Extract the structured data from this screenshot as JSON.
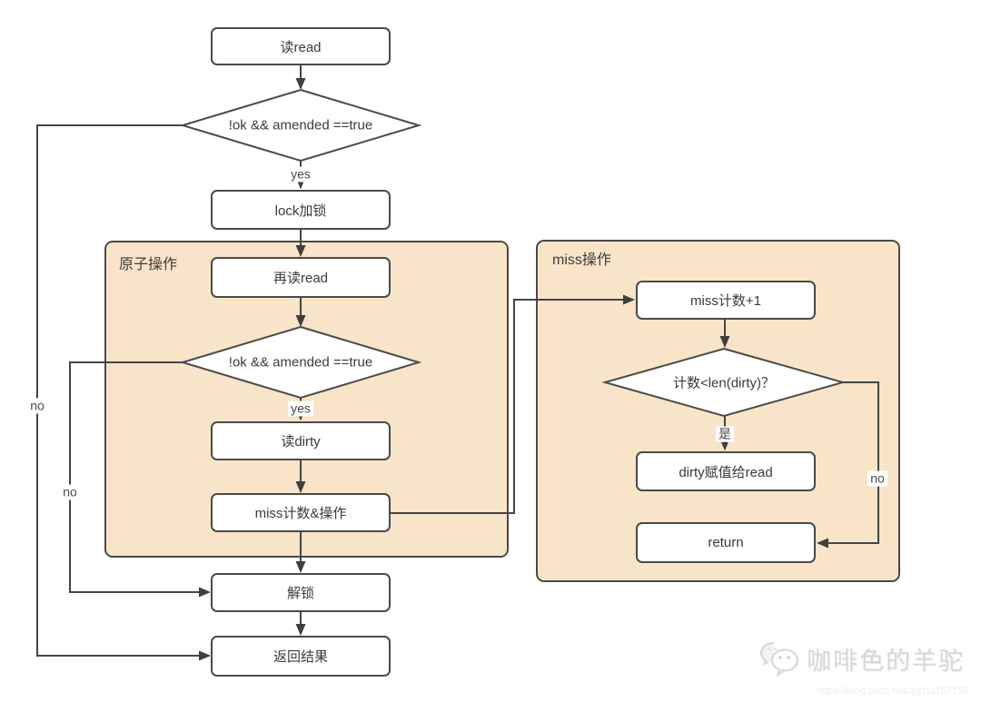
{
  "diagram_title": "sync map read flow",
  "groups": {
    "atomic": {
      "label": "原子操作"
    },
    "miss": {
      "label": "miss操作"
    }
  },
  "nodes": {
    "read": {
      "label": "读read"
    },
    "cond1": {
      "label": "!ok && amended ==true"
    },
    "lock": {
      "label": "lock加锁"
    },
    "reread": {
      "label": "再读read"
    },
    "cond2": {
      "label": "!ok && amended ==true"
    },
    "read_dirty": {
      "label": "读dirty"
    },
    "miss_count_op": {
      "label": "miss计数&操作"
    },
    "unlock": {
      "label": "解锁"
    },
    "return_result": {
      "label": "返回结果"
    },
    "miss_inc": {
      "label": "miss计数+1"
    },
    "cond3": {
      "label": "计数<len(dirty)？"
    },
    "dirty_to_read": {
      "label": "dirty赋值给read"
    },
    "return_node": {
      "label": "return"
    }
  },
  "edge_labels": {
    "yes1": "yes",
    "yes2": "yes",
    "no_outer": "no",
    "no_inner": "no",
    "shi": "是",
    "no_right": "no"
  },
  "watermark": {
    "name": "咖啡色的羊驼",
    "url": "https://blog.csdn.net/qq011157738",
    "icon": "wechat-chat-bubbles-icon"
  },
  "colors": {
    "group_fill": "#f8e4c8",
    "stroke": "#4a4a48",
    "node_fill": "#ffffff",
    "text": "#3a3a3a",
    "watermark_text": "#d8d8d8"
  }
}
